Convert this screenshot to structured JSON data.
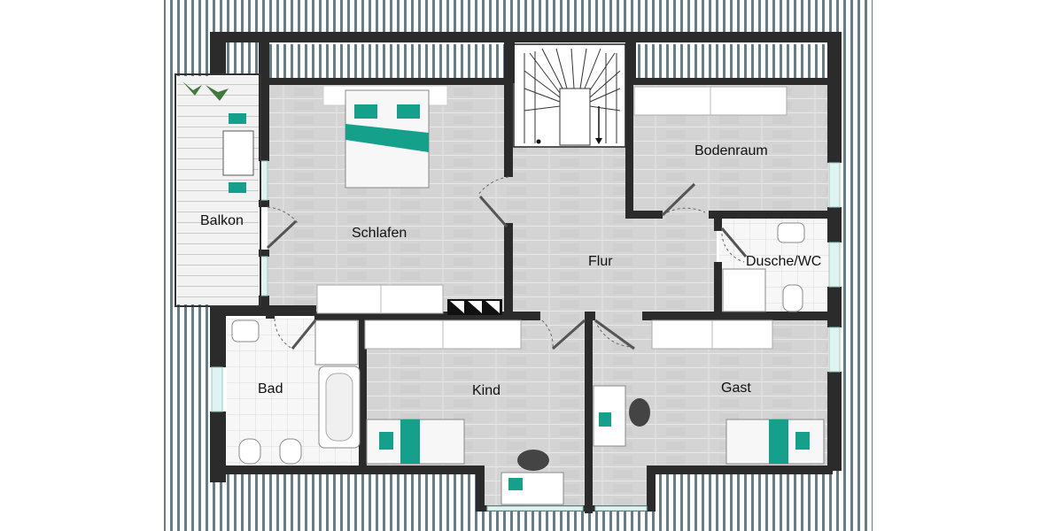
{
  "rooms": {
    "schlafen": "Schlafen",
    "bodenraum": "Bodenraum",
    "balkon": "Balkon",
    "flur": "Flur",
    "dusche_wc": "Dusche/WC",
    "bad": "Bad",
    "kind": "Kind",
    "gast": "Gast"
  },
  "colors": {
    "accent": "#14a08a",
    "wall": "#2b2b2b",
    "floor": "#d6d6d6",
    "tile": "#f4f4f4"
  }
}
